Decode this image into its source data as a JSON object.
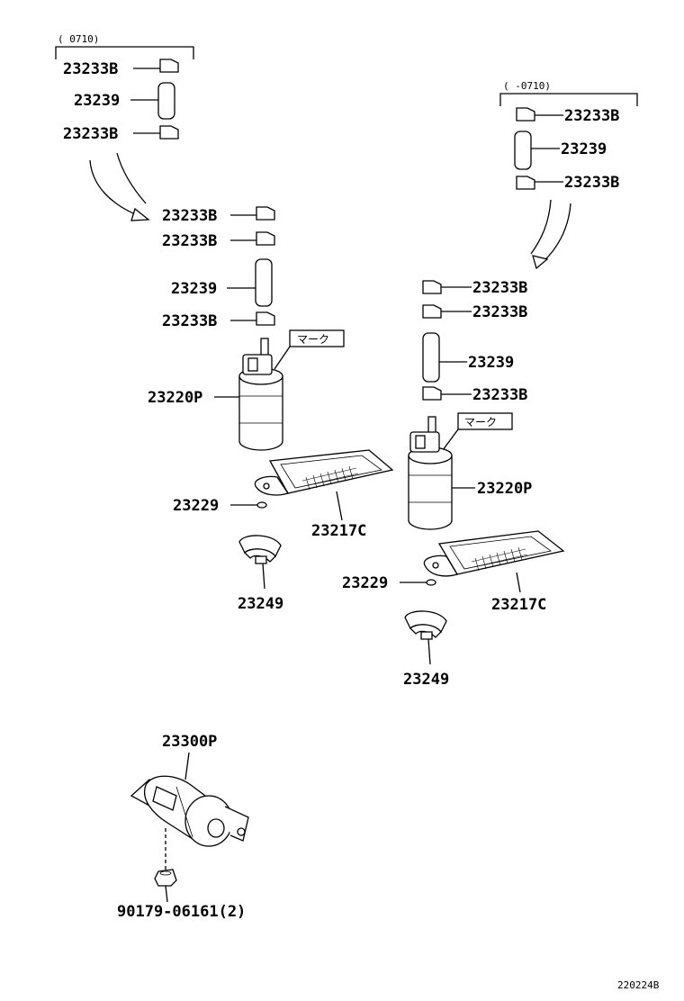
{
  "date_ranges": {
    "top_left": "(      0710)",
    "top_right": "(      -0710)"
  },
  "mark_label": "マーク",
  "labels": {
    "p23233b": "23233B",
    "p23239": "23239",
    "p23220p": "23220P",
    "p23229": "23229",
    "p23217c": "23217C",
    "p23249": "23249",
    "p23300p": "23300P",
    "p90179": "90179-06161(2)"
  },
  "diagram_id": "220224B"
}
